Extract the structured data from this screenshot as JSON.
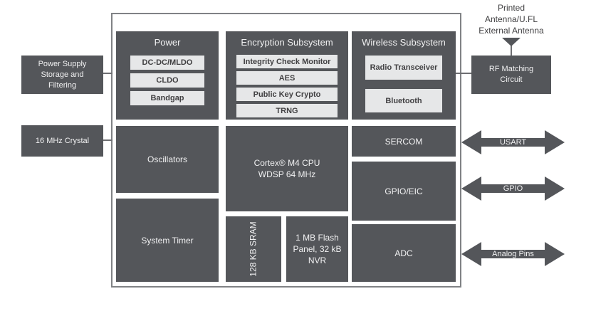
{
  "diagram": {
    "antenna_label": "Printed\nAntenna/U.FL\nExternal Antenna",
    "external": {
      "power_supply": "Power Supply\nStorage and\nFiltering",
      "crystal": "16 MHz Crystal",
      "rf_matching": "RF Matching\nCircuit"
    },
    "soc": {
      "power": {
        "title": "Power",
        "items": [
          "DC-DC/MLDO",
          "CLDO",
          "Bandgap"
        ]
      },
      "encryption": {
        "title": "Encryption Subsystem",
        "items": [
          "Integrity Check Monitor",
          "AES",
          "Public Key Crypto",
          "TRNG"
        ]
      },
      "wireless": {
        "title": "Wireless Subsystem",
        "items": [
          "Radio Transceiver",
          "Bluetooth"
        ]
      },
      "oscillators": "Oscillators",
      "cpu": "Cortex® M4 CPU\nWDSP 64 MHz",
      "sercom": "SERCOM",
      "gpio_eic": "GPIO/EIC",
      "system_timer": "System Timer",
      "sram": "128 KB SRAM",
      "flash": "1 MB Flash\nPanel, 32 kB\nNVR",
      "adc": "ADC"
    },
    "arrows": {
      "usart": "USART",
      "gpio": "GPIO",
      "analog": "Analog Pins"
    },
    "colors": {
      "block_dark": "#54565a",
      "block_light": "#e6e7e8",
      "text_light": "#f1f1f2",
      "text_dark": "#414042",
      "boundary_border": "#808285",
      "connector": "#6d6e71",
      "background": "#ffffff"
    }
  }
}
